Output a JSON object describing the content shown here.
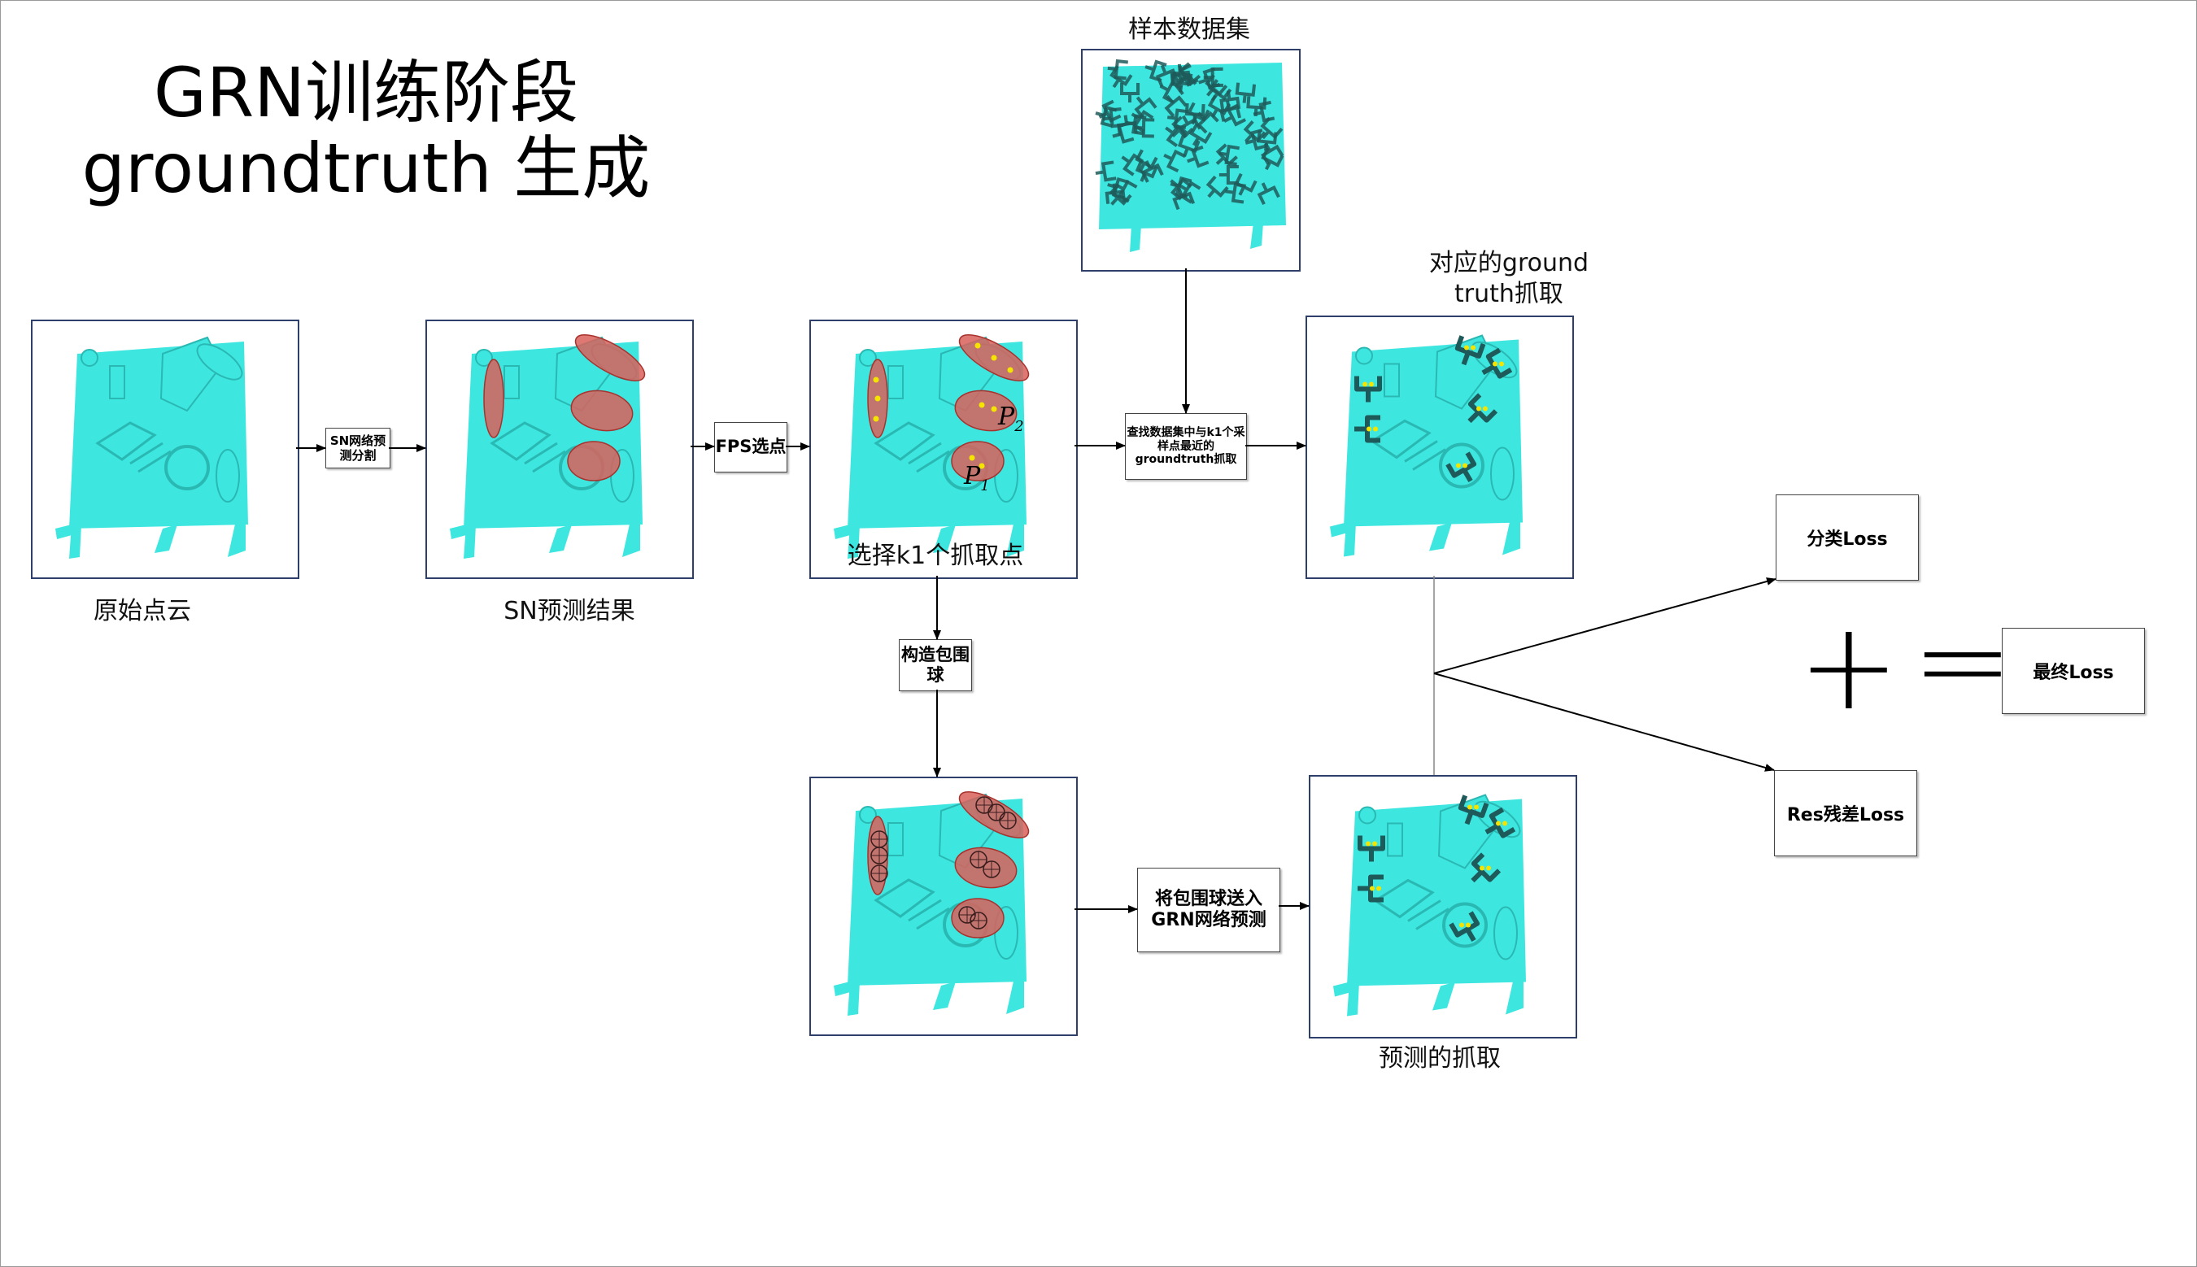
{
  "title": {
    "line1": "GRN训练阶段",
    "line2": "groundtruth 生成"
  },
  "captions": {
    "original": "原始点云",
    "sn_result": "SN预测结果",
    "select_k1": "选择k1个抓取点",
    "sample_dataset": "样本数据集",
    "gt_grasp": "对应的ground truth抓取",
    "predicted_grasp": "预测的抓取"
  },
  "process": {
    "sn_segment": "SN网络预测分割",
    "fps": "FPS选点",
    "find_nearest": "查找数据集中与k1个采样点最近的groundtruth抓取",
    "bounding_sphere": "构造包围球",
    "send_grn": "将包围球送入GRN网络预测"
  },
  "labels": {
    "p1": "P",
    "p1_sub": "1",
    "p2": "P",
    "p2_sub": "2"
  },
  "losses": {
    "cls": "分类Loss",
    "res": "Res残差Loss",
    "final": "最终Loss"
  },
  "symbols": {
    "plus": "+",
    "equals": "="
  },
  "colors": {
    "cloud": "#3ee6e0",
    "cloud_dark": "#2ab8b3",
    "segment": "#d9605a",
    "gripper": "#1f5a5a",
    "point": "#f5e400",
    "frame": "#2f3f6b"
  }
}
